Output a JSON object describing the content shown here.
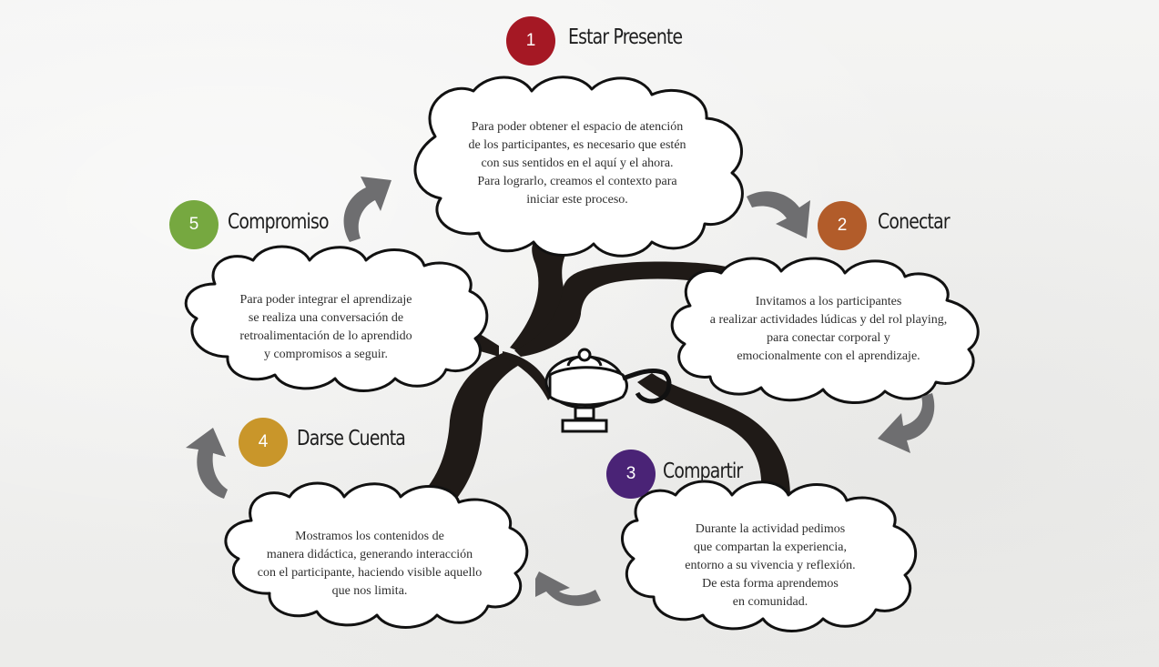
{
  "colors": {
    "step1": "#a51824",
    "step2": "#b25c2a",
    "step3": "#4a2376",
    "step4": "#c9962a",
    "step5": "#76a840",
    "arrow": "#6e6e70",
    "tree": "#1f1a17"
  },
  "steps": [
    {
      "number": "1",
      "title": "Estar Presente",
      "lines": [
        "Para poder obtener el espacio de atención",
        "de los participantes, es necesario que estén",
        "con sus sentidos en el aquí y el ahora.",
        "Para lograrlo, creamos el contexto para",
        "iniciar este proceso."
      ]
    },
    {
      "number": "2",
      "title": "Conectar",
      "lines": [
        "Invitamos a los participantes",
        "a realizar actividades lúdicas y del rol playing,",
        "para conectar corporal y",
        "emocionalmente con el aprendizaje."
      ]
    },
    {
      "number": "3",
      "title": "Compartir",
      "lines": [
        "Durante la actividad pedimos",
        "que compartan la experiencia,",
        "entorno a su vivencia y reflexión.",
        "De esta forma aprendemos",
        "en comunidad."
      ]
    },
    {
      "number": "4",
      "title": "Darse Cuenta",
      "lines": [
        "Mostramos los contenidos de",
        "manera didáctica,  generando interacción",
        "con el participante, haciendo visible aquello",
        "que nos limita."
      ]
    },
    {
      "number": "5",
      "title": "Compromiso",
      "lines": [
        "Para poder integrar el aprendizaje",
        "se realiza una conversación de",
        "retroalimentación de lo aprendido",
        "y compromisos a seguir."
      ]
    }
  ]
}
